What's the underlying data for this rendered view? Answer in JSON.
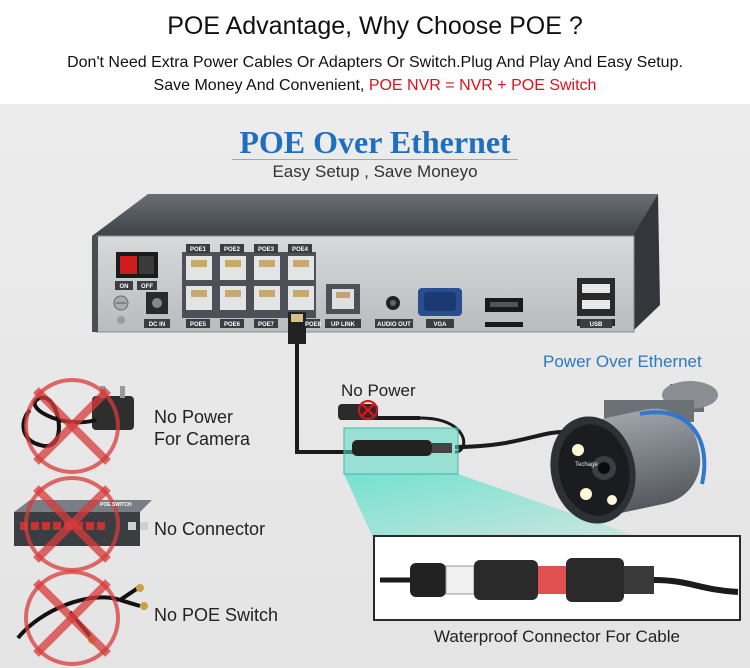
{
  "header": {
    "headline": "POE Advantage, Why Choose POE ?",
    "line1": "Don't Need Extra Power Cables Or Adapters Or Switch.Plug And Play And Easy Setup.",
    "line2_prefix": "Save Money And Convenient,",
    "line2_highlight": "POE NVR = NVR + POE Switch",
    "highlight_color": "#e0101a"
  },
  "diagram": {
    "title": "POE Over Ethernet",
    "subtitle": "Easy Setup , Save Moneyo",
    "title_color": "#1f6fc0",
    "nvr": {
      "ports_top": [
        "POE1",
        "POE2",
        "POE3",
        "POE4"
      ],
      "ports_bottom": [
        "POE5",
        "POE6",
        "POE7",
        "POE8"
      ],
      "labels": {
        "on": "ON",
        "off": "OFF",
        "dc_in": "DC IN",
        "uplink": "UP LINK",
        "audio_out": "AUDIO OUT",
        "vga": "VGA",
        "usb": "USB"
      }
    },
    "no_power_label": "No Power",
    "camera_label": "Power Over Ethernet",
    "camera_brand": "Techage",
    "connector_label": "Waterproof Connector For Cable",
    "left_items": [
      {
        "line1": "No Power",
        "line2": "For Camera",
        "icon": "power-adapter-icon"
      },
      {
        "line1": "No Connector",
        "line2": "",
        "icon": "network-switch-icon",
        "switch_label": "POE SWITCH"
      },
      {
        "line1": "No POE Switch",
        "line2": "",
        "icon": "splitter-cable-icon"
      }
    ]
  }
}
